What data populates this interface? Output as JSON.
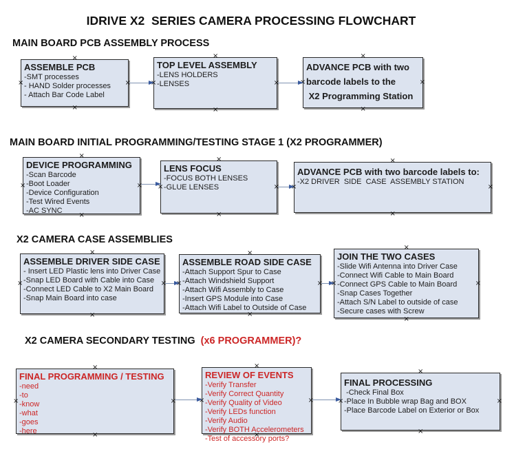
{
  "title": "IDRIVE X2  SERIES CAMERA PROCESSING FLOWCHART",
  "colors": {
    "box_fill": "#dce3ef",
    "box_border": "#2a2a2a",
    "red": "#cc2626",
    "arrow_line": "#7e91b0",
    "arrow_head": "#3a5b9e"
  },
  "handle_glyph": "×",
  "sections": [
    {
      "heading": "MAIN BOARD PCB ASSEMBLY PROCESS",
      "boxes": [
        {
          "title": "ASSEMBLE PCB",
          "items": [
            "-SMT processes",
            "- HAND Solder processes",
            "- Attach Bar Code Label"
          ]
        },
        {
          "title": "TOP LEVEL ASSEMBLY",
          "items": [
            "-LENS HOLDERS",
            "-LENSES"
          ]
        },
        {
          "title": "ADVANCE PCB with two",
          "items": [
            "barcode labels to the",
            " X2 Programming Station"
          ]
        }
      ]
    },
    {
      "heading": "MAIN BOARD INITIAL PROGRAMMING/TESTING STAGE 1 (X2 PROGRAMMER)",
      "boxes": [
        {
          "title": "DEVICE PROGRAMMING",
          "items": [
            "-Scan Barcode",
            "-Boot Loader",
            "-Device Configuration",
            "-Test Wired Events",
            "-AC SYNC"
          ]
        },
        {
          "title": "LENS FOCUS",
          "items": [
            "-FOCUS BOTH LENSES",
            "-GLUE LENSES"
          ]
        },
        {
          "title": "ADVANCE PCB with two barcode labels to:",
          "items": [
            "-X2 DRIVER  SIDE  CASE  ASSEMBLY STATION"
          ]
        }
      ]
    },
    {
      "heading": "X2 CAMERA CASE ASSEMBLIES",
      "boxes": [
        {
          "title": "ASSEMBLE DRIVER SIDE CASE",
          "items": [
            "- Insert LED Plastic lens into Driver Case",
            "-Snap LED Board with Cable into Case",
            "-Connect LED Cable to X2 Main Board",
            "-Snap Main Board into case"
          ]
        },
        {
          "title": "ASSEMBLE ROAD SIDE CASE",
          "items": [
            "-Attach Support Spur to Case",
            "-Attach Windshield Support",
            "-Attach Wifi Assembly to Case",
            "-Insert GPS Module into Case",
            "-Attach Wifi Label to Outside of Case"
          ]
        },
        {
          "title": "JOIN THE TWO CASES",
          "items": [
            "-Slide Wifi Antenna into Driver Case",
            "-Connect Wifi Cable to Main Board",
            "-Connect GPS Cable to Main Board",
            "-Snap Cases Together",
            "-Attach S/N Label to outside of case",
            "-Secure cases with Screw"
          ]
        }
      ]
    },
    {
      "heading": "X2 CAMERA SECONDARY TESTING ",
      "heading_red": " (x6 PROGRAMMER)?",
      "boxes": [
        {
          "title": "FINAL PROGRAMMING / TESTING",
          "items": [
            "-need",
            "-to",
            "-know",
            "-what",
            "-goes",
            "-here"
          ]
        },
        {
          "title": "REVIEW OF EVENTS",
          "items": [
            "-Verify Transfer",
            "-Verify Correct Quantity",
            "-Verify Quality of Video",
            "-Verify LEDs function",
            "-Verify Audio",
            "-Verify BOTH Accelerometers",
            "-Test of accessory ports?"
          ]
        },
        {
          "title": "FINAL PROCESSING",
          "items": [
            " -Check Final Box",
            "-Place In Bubble wrap Bag and BOX",
            "-Place Barcode Label on Exterior or Box"
          ]
        }
      ]
    }
  ]
}
